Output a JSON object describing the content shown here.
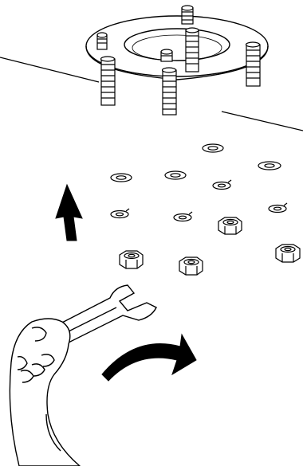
{
  "illustration": {
    "parts": {
      "flange_plate": "flange-plate",
      "studs": [
        "stud",
        "stud",
        "stud",
        "stud",
        "stud",
        "stud",
        "stud"
      ],
      "flat_washers": [
        "flat-washer",
        "flat-washer",
        "flat-washer",
        "flat-washer"
      ],
      "split_washers": [
        "split-washer",
        "split-washer",
        "split-washer",
        "split-washer"
      ],
      "hex_nuts": [
        "hex-nut",
        "hex-nut",
        "hex-nut",
        "hex-nut"
      ]
    },
    "tool": "open-end-wrench",
    "hand": "right-hand",
    "arrows": {
      "assembly_direction": "up-arrow",
      "tightening_rotation": "clockwise-arrow"
    },
    "colors": {
      "line": "#000000",
      "background": "#ffffff",
      "fill": "#ffffff"
    }
  }
}
